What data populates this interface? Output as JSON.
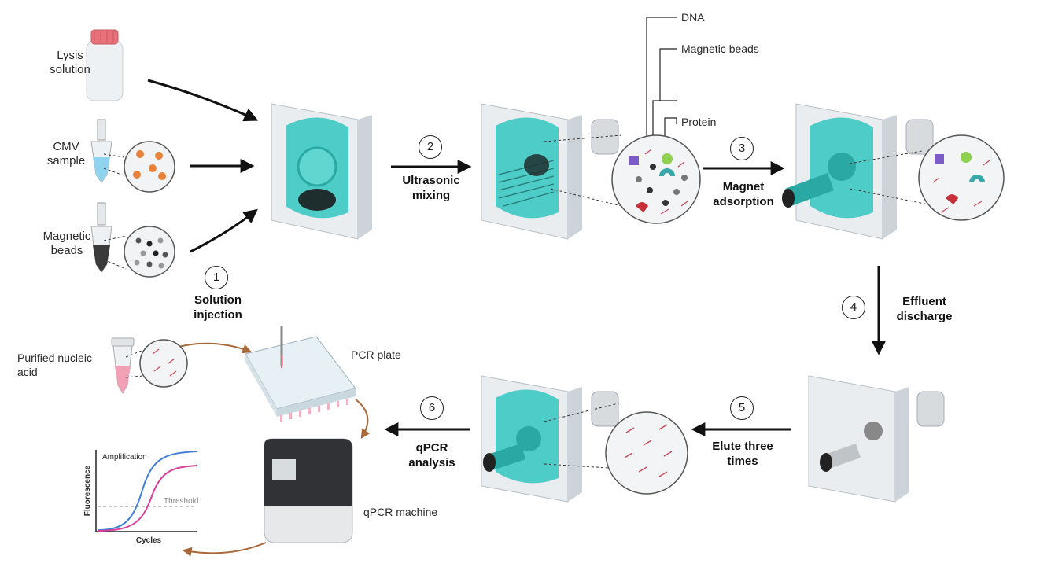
{
  "inputs": {
    "lysis": "Lysis\nsolution",
    "cmv": "CMV\nsample",
    "beads": "Magnetic\nbeads"
  },
  "steps": [
    {
      "num": "1",
      "label": "Solution\ninjection"
    },
    {
      "num": "2",
      "label": "Ultrasonic\nmixing"
    },
    {
      "num": "3",
      "label": "Magnet\nadsorption"
    },
    {
      "num": "4",
      "label": "Effluent\ndischarge"
    },
    {
      "num": "5",
      "label": "Elute three\ntimes"
    },
    {
      "num": "6",
      "label": "qPCR\nanalysis"
    }
  ],
  "callouts": {
    "dna": "DNA",
    "magnetic_beads": "Magnetic beads",
    "protein": "Protein"
  },
  "pcr": {
    "purified": "Purified nucleic\nacid",
    "plate": "PCR plate",
    "machine": "qPCR machine"
  },
  "chart_data": {
    "type": "line",
    "title": "",
    "xlabel": "Cycles",
    "ylabel": "Fluorescence",
    "series": [
      {
        "name": "Amplification",
        "color": "#3f7fd6"
      },
      {
        "name": "",
        "color": "#d8409a"
      }
    ],
    "threshold_label": "Threshold"
  },
  "colors": {
    "fluid": "#33c6c0",
    "arrow": "#111111",
    "brown_arrow": "#a8683a",
    "chip_glass": "#e9edf0"
  }
}
